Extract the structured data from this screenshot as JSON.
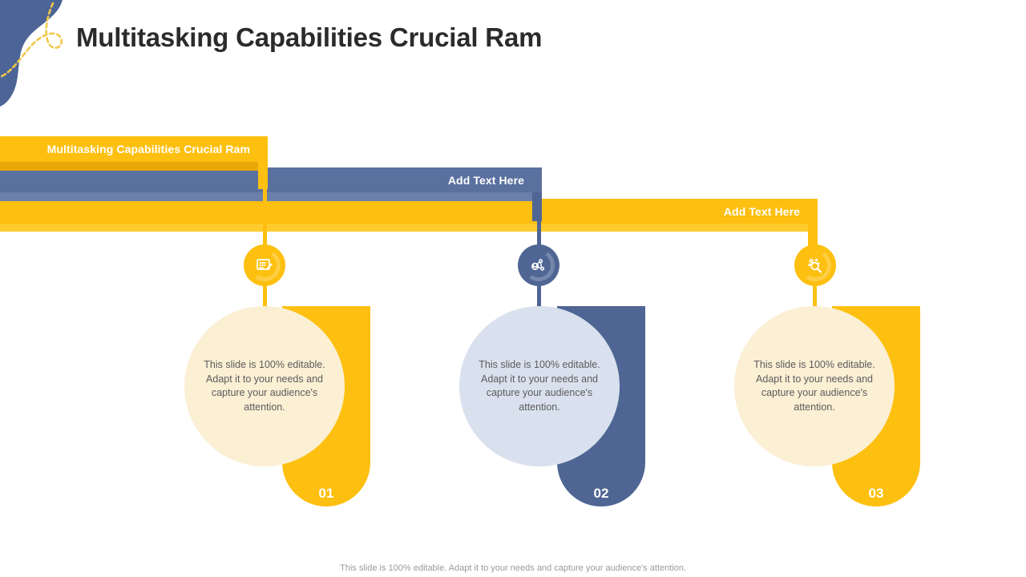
{
  "slide": {
    "title": "Multitasking Capabilities Crucial Ram",
    "footer_note": "This slide is 100% editable. Adapt it to your needs and capture your audience's attention."
  },
  "colors": {
    "yellow": "#fdc010",
    "yellow_shade": "#e8a908",
    "yellow_light": "#ffcb2e",
    "blue": "#5a719f",
    "blue_shade": "#6b80aa",
    "blue_dark": "#4f6694",
    "cream": "#fbefd4",
    "pale_blue": "#d9e1ee",
    "deco_blue": "#4c6596",
    "deco_yellow": "#f2c84b",
    "title_text": "#2b2b2b",
    "body_text": "#5c5c5c",
    "footer_text": "#9a9a9a"
  },
  "banners": [
    {
      "label": "Multitasking Capabilities Crucial Ram",
      "theme": "yellow"
    },
    {
      "label": "Add Text Here",
      "theme": "blue"
    },
    {
      "label": "Add Text Here",
      "theme": "yellow"
    }
  ],
  "items": [
    {
      "number": "01",
      "icon": "presentation-board-icon",
      "body": "This slide is 100% editable. Adapt it to your needs and capture your audience's attention."
    },
    {
      "number": "02",
      "icon": "network-people-icon",
      "body": "This slide is 100% editable. Adapt it to your needs and capture your audience's attention."
    },
    {
      "number": "03",
      "icon": "gear-magnifier-icon",
      "body": "This slide is 100% editable. Adapt it to your needs and capture your audience's attention."
    }
  ]
}
